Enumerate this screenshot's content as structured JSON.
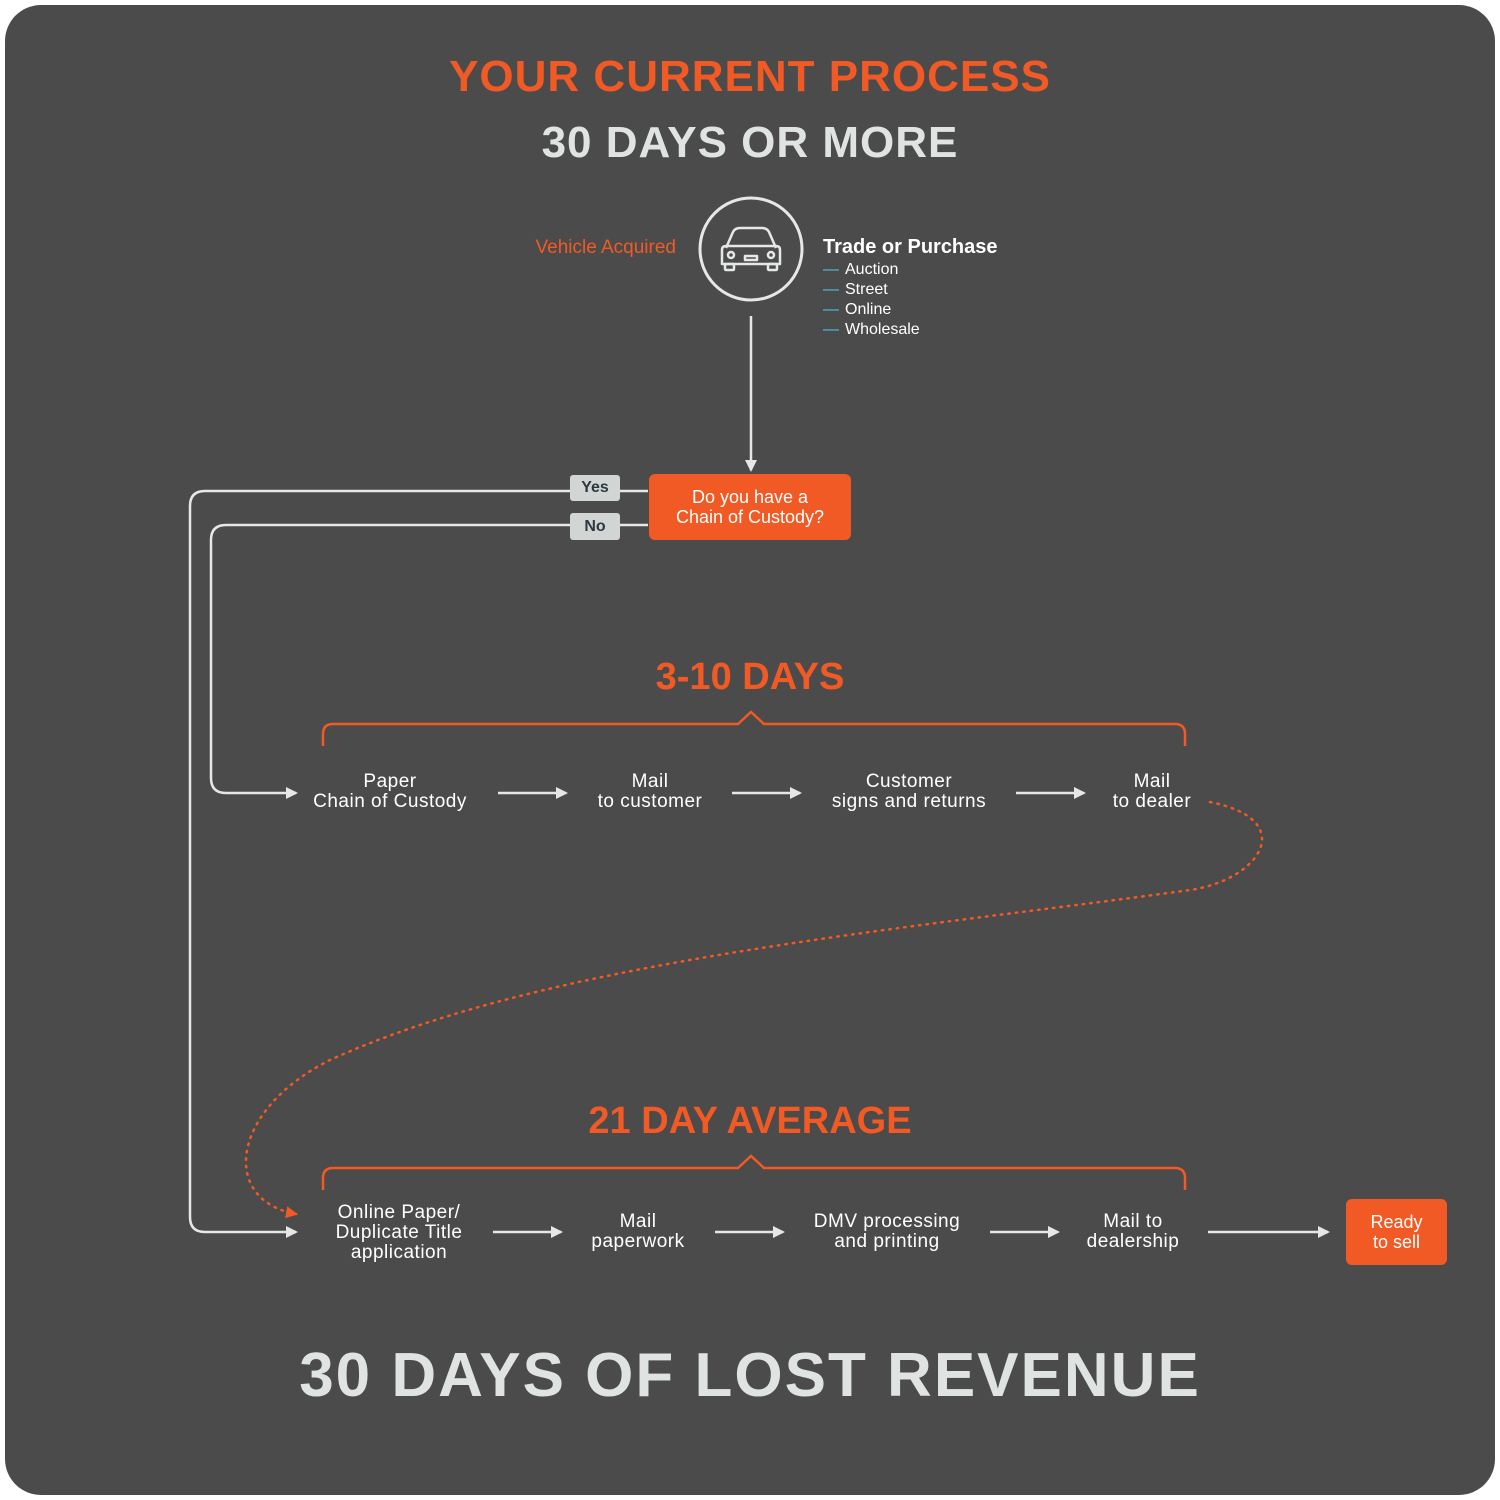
{
  "header": {
    "title": "YOUR CURRENT PROCESS",
    "subtitle": "30 DAYS OR MORE"
  },
  "start": {
    "label": "Vehicle Acquired",
    "icon": "car-icon",
    "sources_title": "Trade or Purchase",
    "sources": [
      "Auction",
      "Street",
      "Online",
      "Wholesale"
    ]
  },
  "decision": {
    "question_line1": "Do you have a",
    "question_line2": "Chain of Custody?",
    "yes_label": "Yes",
    "no_label": "No"
  },
  "path_no": {
    "duration": "3-10 DAYS",
    "steps": [
      {
        "line1": "Paper",
        "line2": "Chain of Custody"
      },
      {
        "line1": "Mail",
        "line2": "to customer"
      },
      {
        "line1": "Customer",
        "line2": "signs and returns"
      },
      {
        "line1": "Mail",
        "line2": "to dealer"
      }
    ]
  },
  "path_common": {
    "duration": "21 DAY AVERAGE",
    "steps": [
      {
        "line1": "Online Paper/",
        "line2": "Duplicate Title",
        "line3": "application"
      },
      {
        "line1": "Mail",
        "line2": "paperwork"
      },
      {
        "line1": "DMV processing",
        "line2": "and printing"
      },
      {
        "line1": "Mail to",
        "line2": "dealership"
      }
    ],
    "final_line1": "Ready",
    "final_line2": "to sell"
  },
  "footer": {
    "title": "30 DAYS OF LOST REVENUE"
  },
  "colors": {
    "background": "#4b4b4b",
    "accent": "#f15a24",
    "text_light": "#dfe3e2",
    "tag_bg": "#d1d5d4",
    "list_dash": "#4dc4e8"
  }
}
